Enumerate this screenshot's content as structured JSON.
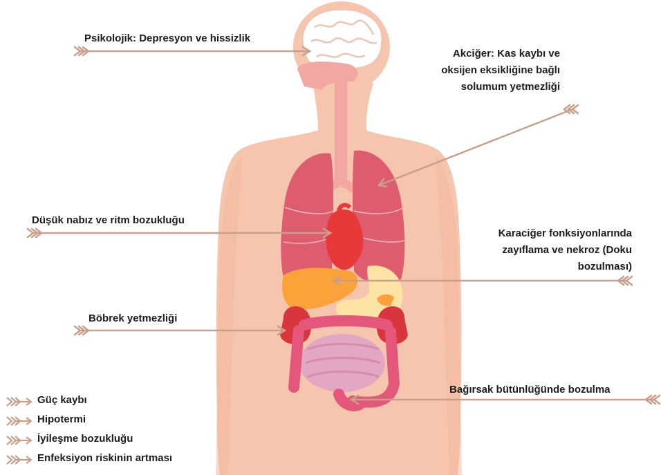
{
  "colors": {
    "skin": "#f6c5ad",
    "skin_dark": "#efb79b",
    "brain": "#ffffff",
    "brain_line": "#f1c3b0",
    "airway": "#f2a7a3",
    "lungs": "#dd5d6f",
    "lung_lines": "#f7b6bd",
    "heart": "#e7383a",
    "liver": "#fba33a",
    "stomach": "#fde3a4",
    "kidney": "#d8363d",
    "large_intestine": "#e5567b",
    "small_intestine": "#e3a7c3",
    "arrow": "#c99f8a",
    "text": "#1c1c1c"
  },
  "labels": {
    "psychological": "Psikolojik: Depresyon ve hissizlik",
    "lung": [
      "Akciğer: Kas kaybı ve",
      "oksijen eksikliğine bağlı",
      "solumum yetmezliği"
    ],
    "heart": "Düşük nabız ve ritm bozukluğu",
    "liver": [
      "Karaciğer fonksiyonlarında",
      "zayıflama ve nekroz (Doku",
      "bozulması)"
    ],
    "kidney": "Böbrek yetmezliği",
    "intestine": "Bağırsak bütünlüğünde bozulma"
  },
  "legend": [
    "Güç kaybı",
    "Hipotermi",
    "İyileşme bozukluğu",
    "Enfeksiyon riskinin artması"
  ]
}
